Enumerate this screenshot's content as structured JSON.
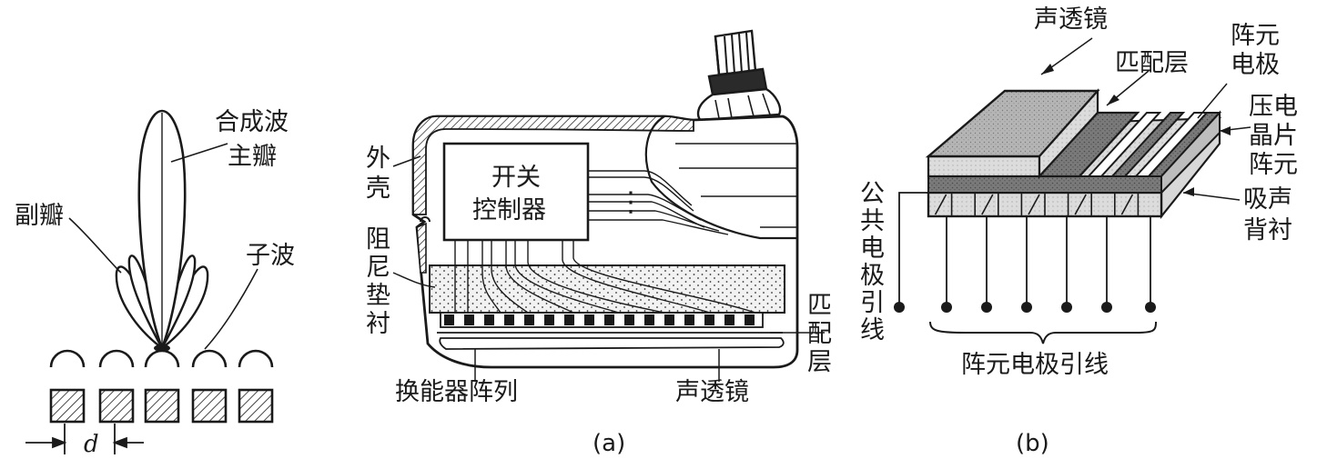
{
  "left_figure": {
    "main_lobe_label": [
      "合成波",
      "主瓣"
    ],
    "side_lobe_label": "副瓣",
    "wavelet_label": "子波",
    "spacing_label": "d"
  },
  "figure_a": {
    "shell_label": [
      "外",
      "壳"
    ],
    "switch_label": [
      "开关",
      "控制器"
    ],
    "backing_label": [
      "阻",
      "尼",
      "垫",
      "衬"
    ],
    "matching_label": [
      "匹",
      "配",
      "层"
    ],
    "array_label": "换能器阵列",
    "lens_label": "声透镜",
    "dots": "⋮",
    "caption": "(a)"
  },
  "figure_b": {
    "lens_label": "声透镜",
    "matching_label": "匹配层",
    "electrode_label": [
      "阵元",
      "电极"
    ],
    "piezo_label": [
      "压电",
      "晶片",
      "阵元"
    ],
    "absorber_label": [
      "吸声",
      "背衬"
    ],
    "common_label": [
      "公",
      "共",
      "电",
      "极",
      "引",
      "线"
    ],
    "leads_label": "阵元电极引线",
    "caption": "(b)"
  },
  "colors": {
    "ink": "#1a1a1a",
    "lens_gray": "#a8a8a8",
    "match_gray": "#6e6e6e",
    "backing_gray": "#cfcfcf"
  }
}
